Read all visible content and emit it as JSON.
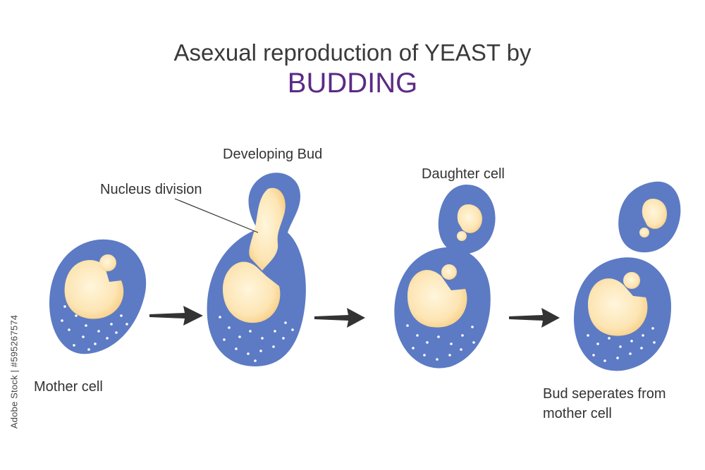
{
  "title": {
    "line1": "Asexual reproduction of YEAST by",
    "line2": "BUDDING"
  },
  "labels": {
    "developing_bud": "Developing Bud",
    "nucleus_division": "Nucleus division",
    "daughter_cell": "Daughter cell",
    "mother_cell": "Mother cell",
    "bud_separates_line1": "Bud seperates from",
    "bud_separates_line2": "mother cell"
  },
  "watermark": "Adobe Stock | #595267574",
  "colors": {
    "cell_wall": "#5d7bc4",
    "nucleus": "#fde5b4",
    "nucleus_edge": "#f7cf86",
    "arrow": "#333333",
    "title_accent": "#5b2a86",
    "title_main": "#3a3a3a"
  },
  "icons": [
    "right-arrow-icon"
  ]
}
